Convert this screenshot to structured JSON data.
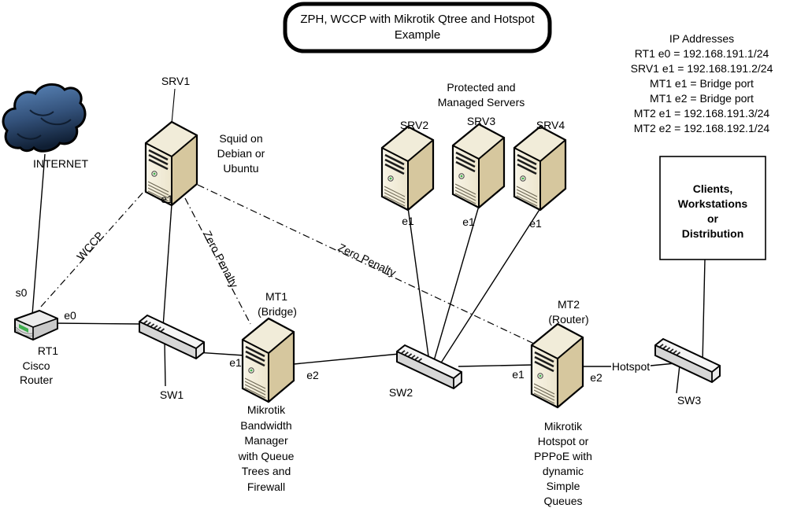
{
  "diagram_title": {
    "line1": "ZPH, WCCP with Mikrotik Qtree and Hotspot",
    "line2": "Example"
  },
  "ip_info": {
    "heading": "IP Addresses",
    "entries": [
      "RT1 e0 = 192.168.191.1/24",
      "SRV1 e1 = 192.168.191.2/24",
      "MT1 e1 = Bridge port",
      "MT1 e2 = Bridge port",
      "MT2 e1 = 192.168.191.3/24",
      "MT2 e2 = 192.168.192.1/24"
    ]
  },
  "internet": {
    "label": "INTERNET"
  },
  "rt1": {
    "name": "RT1",
    "caption_line1": "Cisco",
    "caption_line2": "Router",
    "port_s0": "s0",
    "port_e0": "e0"
  },
  "srv1": {
    "name": "SRV1",
    "port_e1": "e1",
    "caption_line1": "Squid on",
    "caption_line2": "Debian or",
    "caption_line3": "Ubuntu"
  },
  "sw1": {
    "name": "SW1"
  },
  "mt1": {
    "name": "MT1",
    "subtitle": "(Bridge)",
    "port_e1": "e1",
    "port_e2": "e2",
    "caption_lines": [
      "Mikrotik",
      "Bandwidth",
      "Manager",
      "with Queue",
      "Trees and",
      "Firewall"
    ]
  },
  "protected_servers": {
    "heading_line1": "Protected and",
    "heading_line2": "Managed Servers"
  },
  "srv2": {
    "name": "SRV2",
    "port_e1": "e1"
  },
  "srv3": {
    "name": "SRV3",
    "port_e1": "e1"
  },
  "srv4": {
    "name": "SRV4",
    "port_e1": "e1"
  },
  "sw2": {
    "name": "SW2"
  },
  "mt2": {
    "name": "MT2",
    "subtitle": "(Router)",
    "port_e1": "e1",
    "port_e2": "e2",
    "caption_lines": [
      "Mikrotik",
      "Hotspot or",
      "PPPoE with",
      "dynamic",
      "Simple",
      "Queues"
    ]
  },
  "links": {
    "wccp": "WCCP",
    "zero_penalty_mt1": "Zero Penalty",
    "zero_penalty_mt2": "Zero Penalty",
    "hotspot": "Hotspot"
  },
  "clients_box": {
    "line1": "Clients,",
    "line2": "Workstations",
    "line3": "or",
    "line4": "Distribution"
  },
  "sw3": {
    "name": "SW3"
  },
  "colors": {
    "server_front": "#ece5cd",
    "server_side": "#d6c79e",
    "server_top": "#f1ecd9",
    "switch_top": "#f5f5f5",
    "switch_front": "#d6d6d6",
    "switch_end": "#e9e9e9",
    "cloud_top": "#5d89bd",
    "cloud_bottom": "#0f1e33",
    "led_green": "#3fae4e",
    "outline": "#000000"
  }
}
